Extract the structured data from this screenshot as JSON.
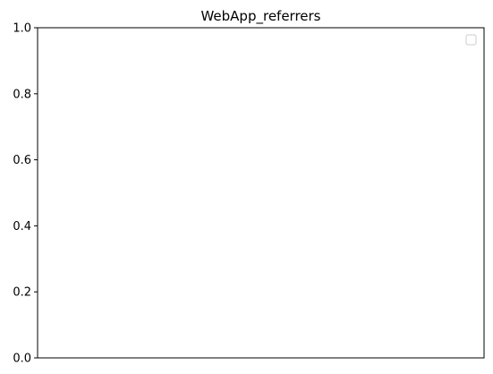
{
  "chart_data": {
    "type": "line",
    "title": "WebApp_referrers",
    "xlabel": "",
    "ylabel": "",
    "ylim": [
      0,
      1
    ],
    "yticks": [
      0.0,
      0.2,
      0.4,
      0.6,
      0.8,
      1.0
    ],
    "ytick_labels": [
      "0.0",
      "0.2",
      "0.4",
      "0.6",
      "0.8",
      "1.0"
    ],
    "xticks": [],
    "series": [],
    "grid": false,
    "legend": {
      "location": "top-right",
      "entries": []
    }
  }
}
